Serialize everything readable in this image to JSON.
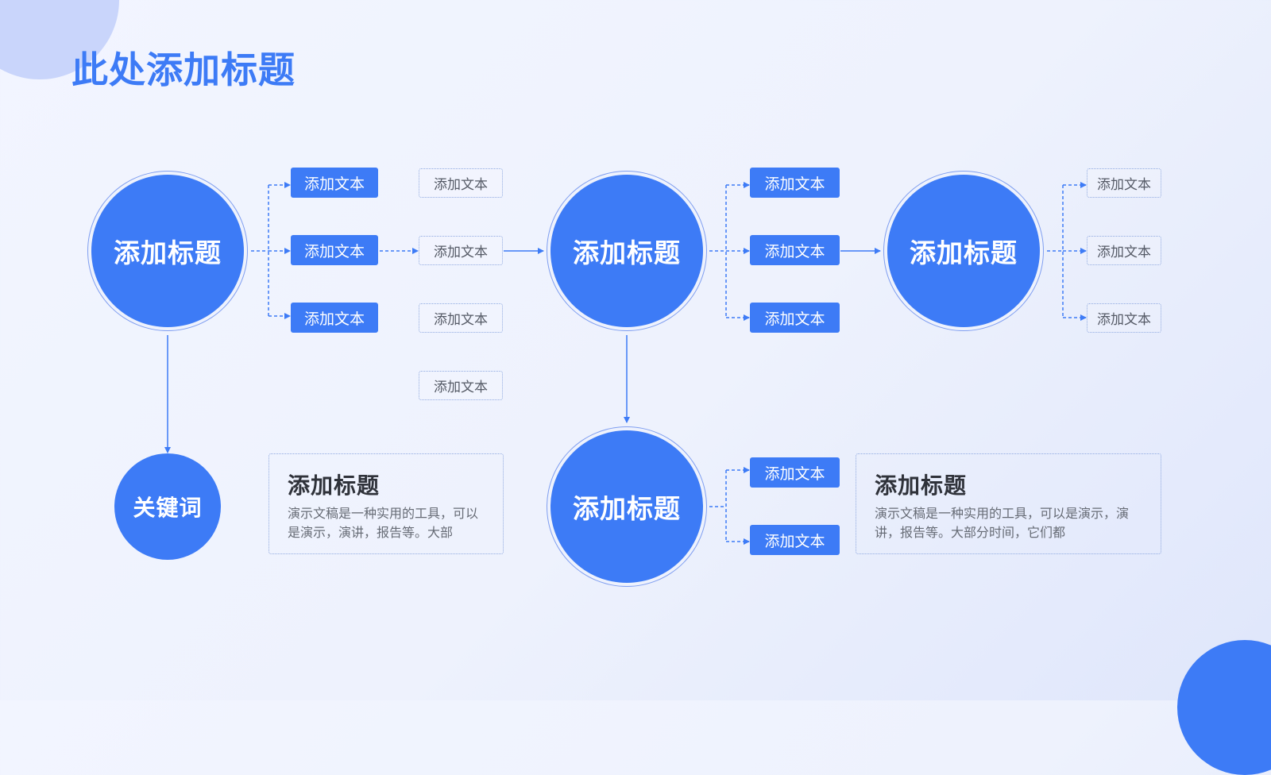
{
  "title": "此处添加标题",
  "nodes": {
    "hub1": "添加标题",
    "hub2": "添加标题",
    "hub3": "添加标题",
    "hub4": "添加标题",
    "keyword": "关键词"
  },
  "hub1_branches": [
    "添加文本",
    "添加文本",
    "添加文本"
  ],
  "mid_column": [
    "添加文本",
    "添加文本",
    "添加文本",
    "添加文本"
  ],
  "hub2_branches": [
    "添加文本",
    "添加文本",
    "添加文本"
  ],
  "hub3_branches": [
    "添加文本",
    "添加文本",
    "添加文本"
  ],
  "hub4_branches": [
    "添加文本",
    "添加文本"
  ],
  "card1": {
    "title": "添加标题",
    "body": "演示文稿是一种实用的工具，可以是演示，演讲，报告等。大部"
  },
  "card2": {
    "title": "添加标题",
    "body": "演示文稿是一种实用的工具，可以是演示，演讲，报告等。大部分时间，它们都"
  },
  "colors": {
    "accent": "#3d7bf6",
    "background": "#eef2fd",
    "dotted_border": "#8fa9e0"
  }
}
